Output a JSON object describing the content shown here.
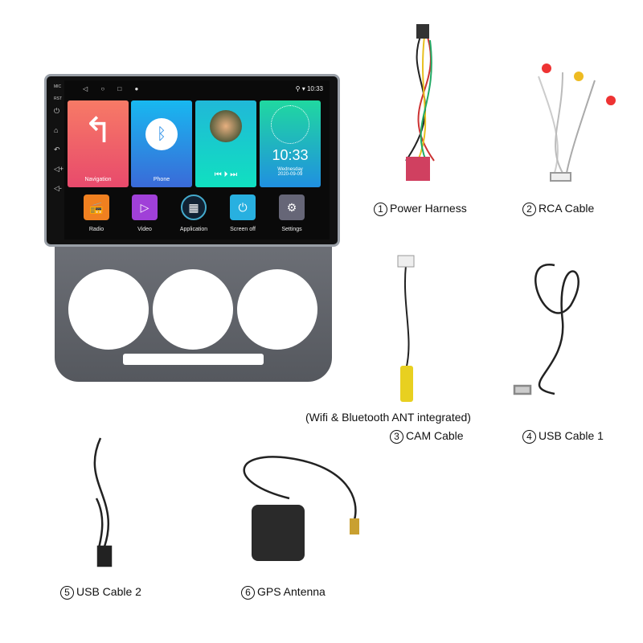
{
  "headunit": {
    "side_labels": [
      "MIC",
      "RST"
    ],
    "status_time": "10:33",
    "tiles": {
      "navigation": "Navigation",
      "phone": "Phone",
      "clock_time": "10:33",
      "clock_day": "Wednesday",
      "clock_date": "2020-09-09"
    },
    "apps": [
      "Radio",
      "Video",
      "Application",
      "Screen off",
      "Settings"
    ]
  },
  "accessories": [
    {
      "num": "1",
      "label": "Power Harness"
    },
    {
      "num": "2",
      "label": "RCA Cable"
    },
    {
      "num": "3",
      "label": "CAM Cable",
      "note": "(Wifi & Bluetooth ANT integrated)"
    },
    {
      "num": "4",
      "label": "USB Cable 1"
    },
    {
      "num": "5",
      "label": "USB Cable 2"
    },
    {
      "num": "6",
      "label": "GPS Antenna"
    }
  ],
  "colors": {
    "nav": "#f0606a",
    "phone": "#2a8fe8",
    "music": "#18c8c8",
    "clock": "#22aadd"
  }
}
